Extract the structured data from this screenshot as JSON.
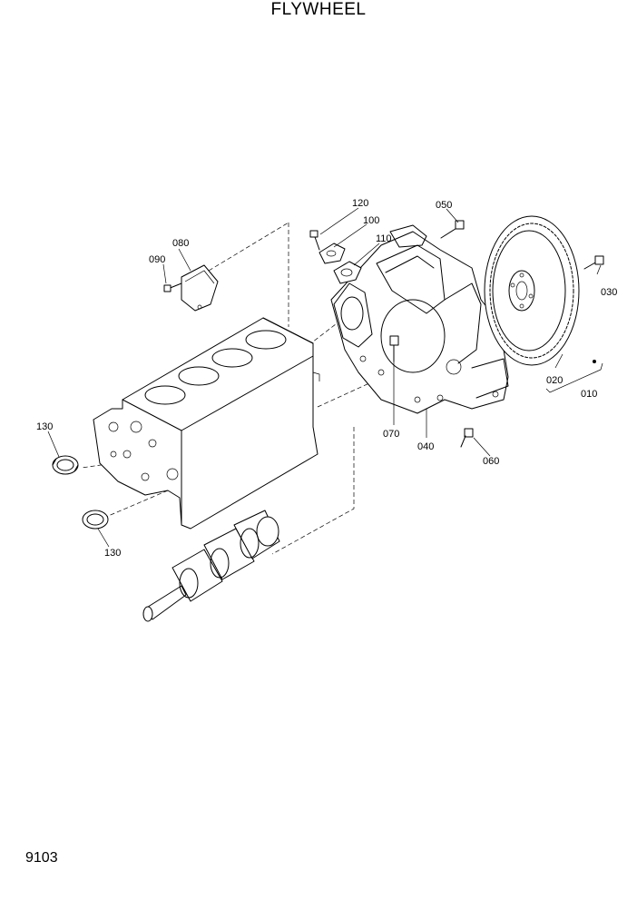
{
  "title": "FLYWHEEL",
  "page_number": "9103",
  "parts": {
    "p010": "010",
    "p020": "020",
    "p030": "030",
    "p040": "040",
    "p050": "050",
    "p060": "060",
    "p070": "070",
    "p080": "080",
    "p090": "090",
    "p100": "100",
    "p110": "110",
    "p120": "120",
    "p130a": "130",
    "p130b": "130"
  }
}
